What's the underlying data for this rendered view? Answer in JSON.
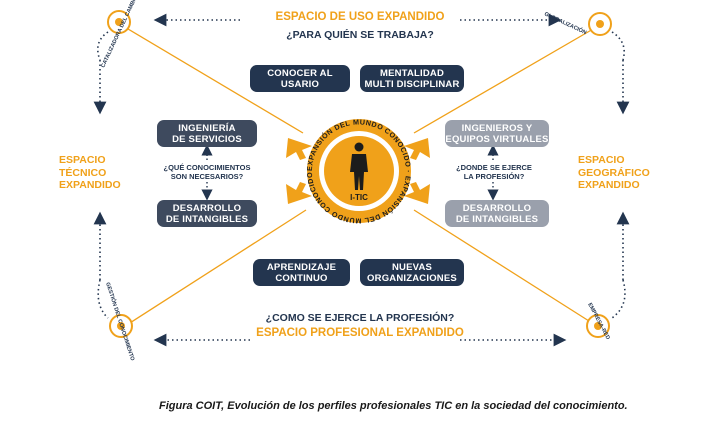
{
  "diagram": {
    "top_title": "ESPACIO DE USO EXPANDIDO",
    "top_question": "¿PARA QUIÉN SE TRABAJA?",
    "bottom_question": "¿COMO SE EJERCE LA PROFESIÓN?",
    "bottom_title": "ESPACIO PROFESIONAL EXPANDIDO",
    "left_title": [
      "ESPACIO",
      "TÉCNICO",
      "EXPANDIDO"
    ],
    "right_title": [
      "ESPACIO",
      "GEOGRÁFICO",
      "EXPANDIDO"
    ],
    "left_question": [
      "¿QUÉ CONOCIMIENTOS",
      "SON NECESARIOS?"
    ],
    "right_question": [
      "¿DONDE SE EJERCE",
      "LA PROFESIÓN?"
    ],
    "boxes": {
      "conocer": [
        "CONOCER AL USARIO"
      ],
      "mentalidad": [
        "MENTALIDAD",
        "MULTI DISCIPLINAR"
      ],
      "ingenieria": [
        "INGENIERÍA",
        "DE SERVICIOS"
      ],
      "desarrollo_left": [
        "DESARROLLO",
        "DE INTANGIBLES"
      ],
      "ingenieros": [
        "INGENIEROS Y",
        "EQUIPOS VIRTUALES"
      ],
      "desarrollo_right": [
        "DESARROLLO",
        "DE INTANGIBLES"
      ],
      "aprendizaje": [
        "APRENDIZAJE",
        "CONTINUO"
      ],
      "nuevas": [
        "NUEVAS",
        "ORGANIZACIONES"
      ]
    },
    "center_label": "I-TIC",
    "ring_text": "EXPANSIÓN DEL MUNDO CONOCIDO",
    "corners": {
      "top_left": "CATALIZADORA DEL CAMBIO",
      "top_right": "GLOBALIZACIÓN",
      "bottom_left": "GESTIÓN DEL CONOCIMIENTO",
      "bottom_right": "EMPRESA-RED"
    }
  },
  "caption": "Figura COIT, Evolución de los perfiles profesionales TIC en la sociedad del conocimiento.",
  "colors": {
    "orange": "#f0a11a",
    "navy": "#23354f",
    "grey": "#9aa0ac"
  }
}
